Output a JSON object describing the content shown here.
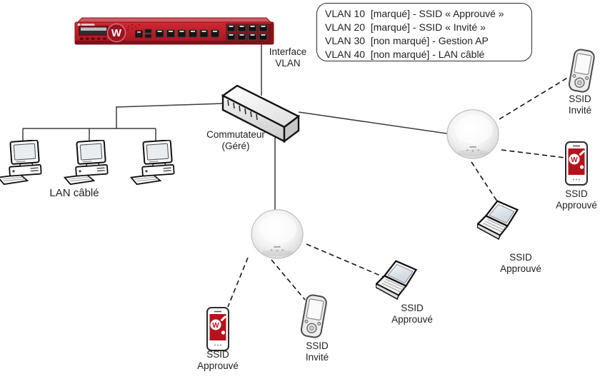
{
  "vlan_box": {
    "lines": [
      "VLAN 10  [marqué] - SSID « Approuvé »",
      "VLAN 20  [marqué] - SSID « Invité »",
      "VLAN 30  [non marqué] - Gestion AP",
      "VLAN 40  [non marqué] - LAN câblé"
    ]
  },
  "labels": {
    "interface_vlan": {
      "line1": "Interface",
      "line2": "VLAN"
    },
    "switch": {
      "line1": "Commutateur",
      "line2": "(Géré)"
    },
    "lan": "LAN câblé"
  },
  "firewall": {
    "logo_letter": "W",
    "color": "#c0202c"
  },
  "clients": {
    "right_pda": {
      "line1": "SSID",
      "line2": "Invité"
    },
    "right_phone": {
      "line1": "SSID",
      "line2": "Approuvé"
    },
    "right_laptop": {
      "line1": "SSID",
      "line2": "Approuvé"
    },
    "bottom_laptop": {
      "line1": "SSID",
      "line2": "Approuvé"
    },
    "bottom_pda": {
      "line1": "SSID",
      "line2": "Invité"
    },
    "bottom_phone": {
      "line1": "SSID",
      "line2": "Approuvé"
    }
  },
  "colors": {
    "solid_link": "#3c3c3c",
    "dashed_link": "#151515",
    "firewall_red": "#c0202c"
  }
}
